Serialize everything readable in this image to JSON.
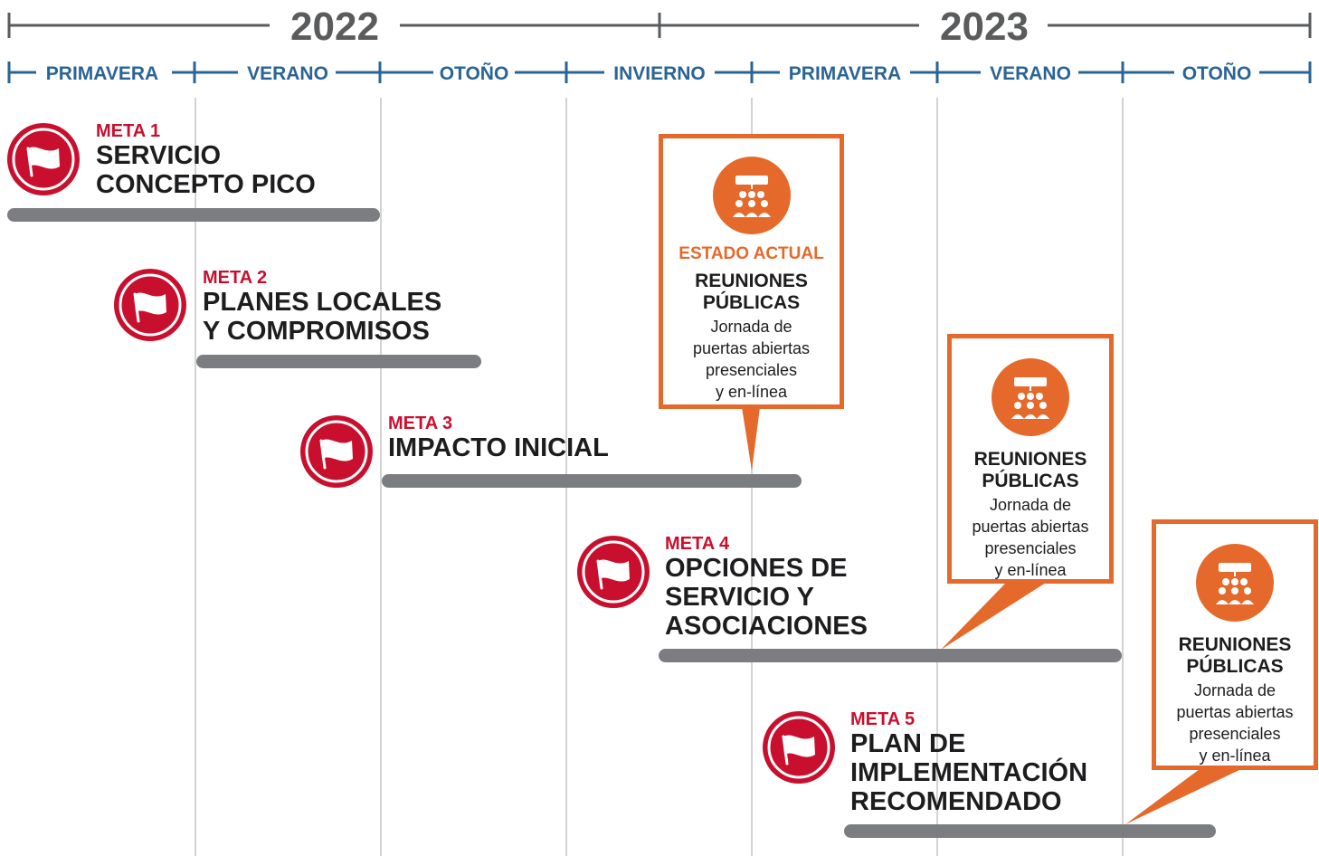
{
  "years": [
    "2022",
    "2023"
  ],
  "seasons": [
    "PRIMAVERA",
    "VERANO",
    "OTOÑO",
    "INVIERNO",
    "PRIMAVERA",
    "VERANO",
    "OTOÑO"
  ],
  "goals": [
    {
      "number": "META 1",
      "title": "SERVICIO\nCONCEPTO PICO"
    },
    {
      "number": "META 2",
      "title": "PLANES LOCALES\nY COMPROMISOS"
    },
    {
      "number": "META 3",
      "title": "IMPACTO INICIAL"
    },
    {
      "number": "META 4",
      "title": "OPCIONES DE\nSERVICIO Y\nASOCIACIONES"
    },
    {
      "number": "META 5",
      "title": "PLAN DE\nIMPLEMENTACIÓN\nRECOMENDADO"
    }
  ],
  "callouts": [
    {
      "status": "ESTADO ACTUAL",
      "title": "REUNIONES\nPÚBLICAS",
      "description": "Jornada de\npuertas abiertas\npresenciales\ny en-línea",
      "icon": "public-meeting-icon"
    },
    {
      "status": "",
      "title": "REUNIONES\nPÚBLICAS",
      "description": "Jornada de\npuertas abiertas\npresenciales\ny en-línea",
      "icon": "public-meeting-icon"
    },
    {
      "status": "",
      "title": "REUNIONES\nPÚBLICAS",
      "description": "Jornada de\npuertas abiertas\npresenciales\ny en-línea",
      "icon": "public-meeting-icon"
    }
  ],
  "colors": {
    "year_text": "#5a5b5d",
    "season_text": "#2a6496",
    "goal_red": "#c8102e",
    "goal_bar": "#7c7d80",
    "callout_orange": "#e5692a",
    "grid": "#d3d3d3"
  }
}
